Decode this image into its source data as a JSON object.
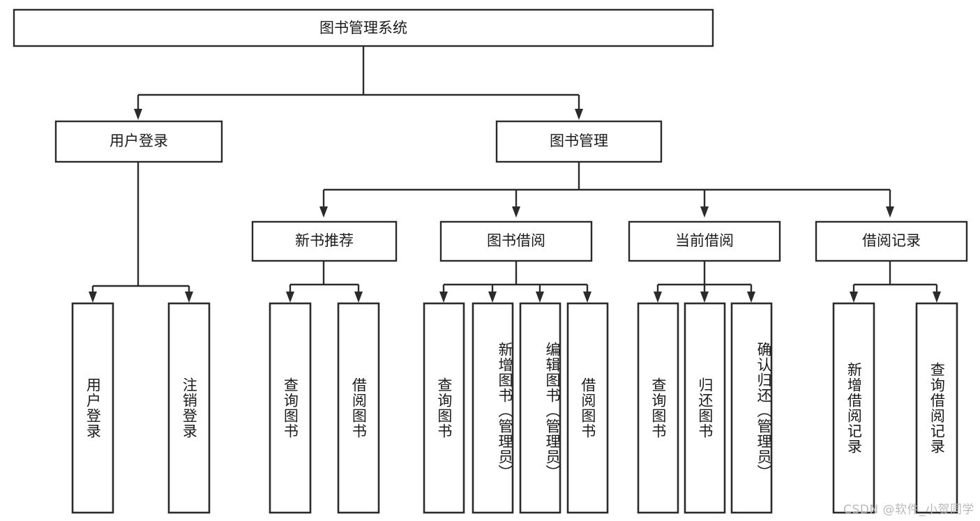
{
  "diagram": {
    "type": "tree",
    "title": "图书管理系统",
    "orientation": "top-down",
    "colors": {
      "box_stroke": "#2b2b2b",
      "box_fill": "#ffffff",
      "text": "#1a1a1a",
      "background": "#ffffff",
      "watermark": "#b9b9b9"
    },
    "root": {
      "id": "root",
      "label": "图书管理系统"
    },
    "level1": [
      {
        "id": "user-login",
        "label": "用户登录"
      },
      {
        "id": "book-manage",
        "label": "图书管理"
      }
    ],
    "level2": [
      {
        "id": "new-book-recommend",
        "label": "新书推荐",
        "parent": "book-manage"
      },
      {
        "id": "book-borrow",
        "label": "图书借阅",
        "parent": "book-manage"
      },
      {
        "id": "current-borrow",
        "label": "当前借阅",
        "parent": "book-manage"
      },
      {
        "id": "borrow-record",
        "label": "借阅记录",
        "parent": "book-manage"
      }
    ],
    "leaves": {
      "user-login": [
        {
          "id": "leaf-user-login",
          "label": "用户登录"
        },
        {
          "id": "leaf-logout",
          "label": "注销登录"
        }
      ],
      "new-book-recommend": [
        {
          "id": "leaf-query-book-1",
          "label": "查询图书"
        },
        {
          "id": "leaf-borrow-book-1",
          "label": "借阅图书"
        }
      ],
      "book-borrow": [
        {
          "id": "leaf-query-book-2",
          "label": "查询图书"
        },
        {
          "id": "leaf-add-book",
          "label": "新增图书（管理员）"
        },
        {
          "id": "leaf-edit-book",
          "label": "编辑图书（管理员）"
        },
        {
          "id": "leaf-borrow-book-2",
          "label": "借阅图书"
        }
      ],
      "current-borrow": [
        {
          "id": "leaf-query-book-3",
          "label": "查询图书"
        },
        {
          "id": "leaf-return-book",
          "label": "归还图书"
        },
        {
          "id": "leaf-confirm-return",
          "label": "确认归还（管理员）"
        }
      ],
      "borrow-record": [
        {
          "id": "leaf-add-record",
          "label": "新增借阅记录"
        },
        {
          "id": "leaf-query-record",
          "label": "查询借阅记录"
        }
      ]
    }
  },
  "watermark": {
    "text": "CSDN @软件_小贺同学"
  }
}
